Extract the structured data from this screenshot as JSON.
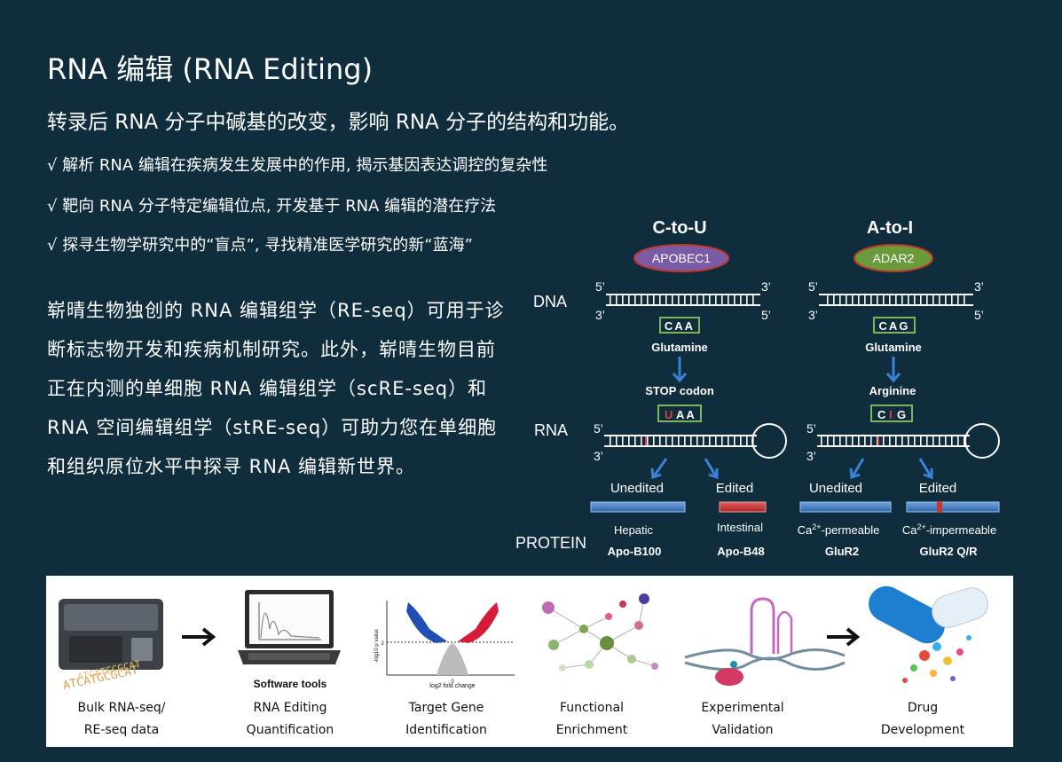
{
  "title": "RNA 编辑 (RNA Editing)",
  "subtitle": "转录后 RNA 分子中碱基的改变，影响 RNA 分子的结构和功能。",
  "bullets": [
    "√ 解析 RNA 编辑在疾病发生发展中的作用, 揭示基因表达调控的复杂性",
    "√ 靶向 RNA 分子特定编辑位点, 开发基于 RNA 编辑的潜在疗法",
    "√ 探寻生物学研究中的“盲点”, 寻找精准医学研究的新“蓝海”"
  ],
  "description": "崭晴生物独创的 RNA 编辑组学（RE-seq）可用于诊断标志物开发和疾病机制研究。此外，崭晴生物目前正在内测的单细胞 RNA 编辑组学（scRE-seq）和 RNA 空间编辑组学（stRE-seq）可助力您在单细胞和组织原位水平中探寻 RNA 编辑新世界。",
  "diagram": {
    "row_labels": {
      "dna": "DNA",
      "rna": "RNA",
      "protein": "PROTEIN"
    },
    "left": {
      "title": "C-to-U",
      "enzyme": "APOBEC1",
      "enzyme_color": "#7b5aa6",
      "prime5_top": "5’",
      "prime3_top": "3’",
      "prime3_bottom": "3’",
      "prime5_bottom": "5’",
      "codon_dna": "CAA",
      "amino_dna": "Glutamine",
      "amino_rna": "STOP codon",
      "codon_rna_edited": "U",
      "codon_rna_rest": "AA",
      "rna_prime5": "5’",
      "rna_prime3": "3’",
      "unedited": "Unedited",
      "edited": "Edited",
      "protein1_top": "Hepatic",
      "protein1_name": "Apo-B100",
      "protein2_top": "Intestinal",
      "protein2_name": "Apo-B48"
    },
    "right": {
      "title": "A-to-I",
      "enzyme": "ADAR2",
      "enzyme_color": "#6a9a3a",
      "prime5_top": "5’",
      "prime3_top": "3’",
      "prime3_bottom": "3’",
      "prime5_bottom": "5’",
      "codon_dna": "CAG",
      "amino_dna": "Glutamine",
      "amino_rna": "Arginine",
      "codon_rna_first": "C",
      "codon_rna_edited": "I",
      "codon_rna_rest": "G",
      "rna_prime5": "5’",
      "rna_prime3": "3’",
      "unedited": "Unedited",
      "edited": "Edited",
      "protein1_top_pre": "Ca",
      "protein1_top_sup": "2+",
      "protein1_top_post": "-permeable",
      "protein1_name": "GluR2",
      "protein2_top_pre": "Ca",
      "protein2_top_sup": "2+",
      "protein2_top_post": "-impermeable",
      "protein2_name": "GluR2 Q/R"
    }
  },
  "workflow": {
    "steps": [
      {
        "line1": "Bulk RNA-seq/",
        "line2": "RE-seq data",
        "icon": "sequencer-icon"
      },
      {
        "line1": "RNA Editing",
        "line2": "Quantification",
        "caption": "Software tools",
        "icon": "laptop-icon"
      },
      {
        "line1": "Target Gene",
        "line2": "Identification",
        "icon": "volcano-plot-icon"
      },
      {
        "line1": "Functional",
        "line2": "Enrichment",
        "icon": "network-icon"
      },
      {
        "line1": "Experimental",
        "line2": "Validation",
        "icon": "rna-structure-icon"
      },
      {
        "line1": "Drug",
        "line2": "Development",
        "icon": "capsule-icon"
      }
    ],
    "volcano_ylabel": "-log10 p value",
    "volcano_xlabel": "log2 fold change",
    "volcano_y_tick": "2",
    "volcano_x_tick": "0",
    "dna_letters": "ATCATGCGCAT"
  }
}
